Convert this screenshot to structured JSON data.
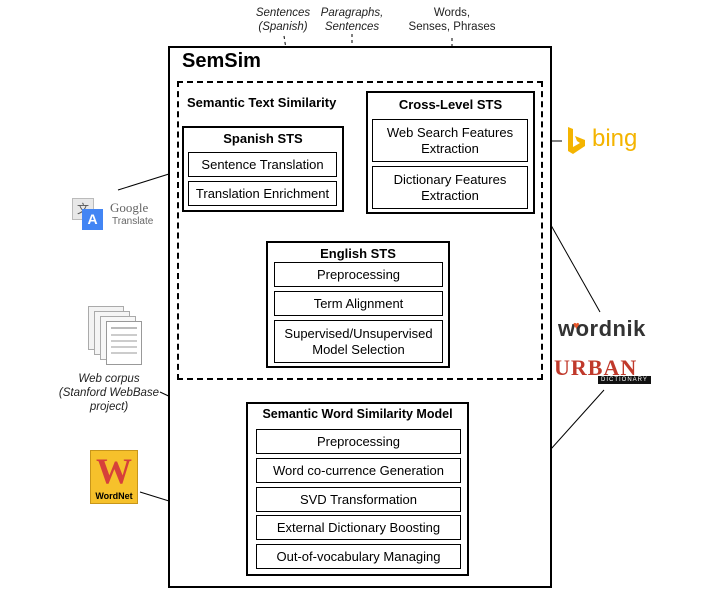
{
  "inputs": {
    "sentences_spanish": [
      "Sentences",
      "(Spanish)"
    ],
    "paragraphs_sentences": [
      "Paragraphs,",
      "Sentences"
    ],
    "words_senses_phrases": [
      "Words,",
      "Senses, Phrases"
    ]
  },
  "semsim": {
    "title": "SemSim"
  },
  "sts": {
    "title": "Semantic Text Similarity"
  },
  "spanish": {
    "title": "Spanish STS",
    "items": [
      "Sentence Translation",
      "Translation Enrichment"
    ]
  },
  "cross_level": {
    "title": "Cross-Level STS",
    "items": [
      [
        "Web Search Features",
        "Extraction"
      ],
      [
        "Dictionary Features",
        "Extraction"
      ]
    ]
  },
  "english": {
    "title": "English STS",
    "items": [
      [
        "Preprocessing"
      ],
      [
        "Term Alignment"
      ],
      [
        "Supervised/Unsupervised",
        "Model Selection"
      ]
    ]
  },
  "word_model": {
    "title": "Semantic Word Similarity Model",
    "items": [
      "Preprocessing",
      "Word co-currence Generation",
      "SVD Transformation",
      "External Dictionary Boosting",
      "Out-of-vocabulary Managing"
    ]
  },
  "sources": {
    "google": {
      "brand": "Google",
      "product": "Translate",
      "icon_glyphs": [
        "文",
        "A"
      ]
    },
    "bing": {
      "text": "bing"
    },
    "wordnik": {
      "text": "wordnik"
    },
    "urban": {
      "text": "URBAN",
      "sub": "DICTIONARY"
    },
    "web_corpus": [
      "Web corpus",
      "(Stanford WebBase",
      "project)"
    ],
    "wordnet": {
      "letter": "W",
      "text": "WordNet"
    }
  },
  "colors": {
    "bing": "#f4b400",
    "wordnik_heart": "#e8572a",
    "urban": "#c0392b",
    "google_blue": "#4285f4"
  }
}
